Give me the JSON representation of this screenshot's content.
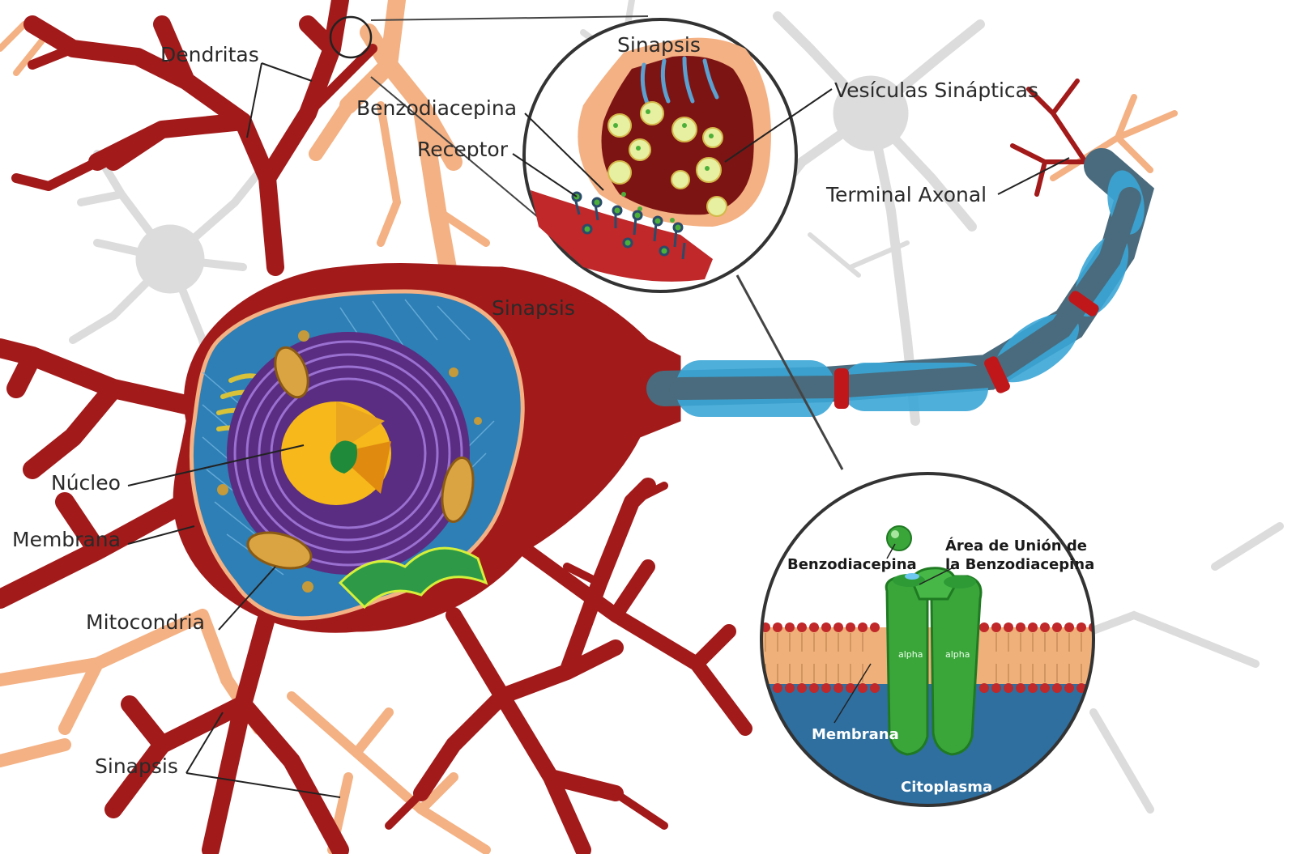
{
  "labels": {
    "dendritas": "Dendritas",
    "benzodiacepina": "Benzodiacepina",
    "receptor": "Receptor",
    "sinapsis_top": "Sinapsis",
    "sinapsis_mid": "Sinapsis",
    "sinapsis_bottom": "Sinapsis",
    "vesiculas": "Vesículas Sinápticas",
    "terminal_axonal": "Terminal Axonal",
    "nucleo": "Núcleo",
    "membrana": "Membrana",
    "mitocondria": "Mitocondria"
  },
  "inset_receptor": {
    "benzodiacepina": "Benzodiacepina",
    "area_line1": "Área de Unión de",
    "area_line2": "la Benzodiacepina",
    "alpha_left": "alpha",
    "alpha_right": "alpha",
    "membrana": "Membrana",
    "citoplasma": "Citoplasma"
  },
  "colors": {
    "neuron": "#a31a1a",
    "synapse_orange": "#f4b183",
    "background_neuron": "#d9d9d9",
    "cytoplasm": "#2e7fb5",
    "nucleus_purple": "#5a2d82",
    "nucleolus_yellow": "#f6b81a",
    "myelin_blue": "#3aa6d6",
    "receptor_green": "#3aa63a"
  }
}
